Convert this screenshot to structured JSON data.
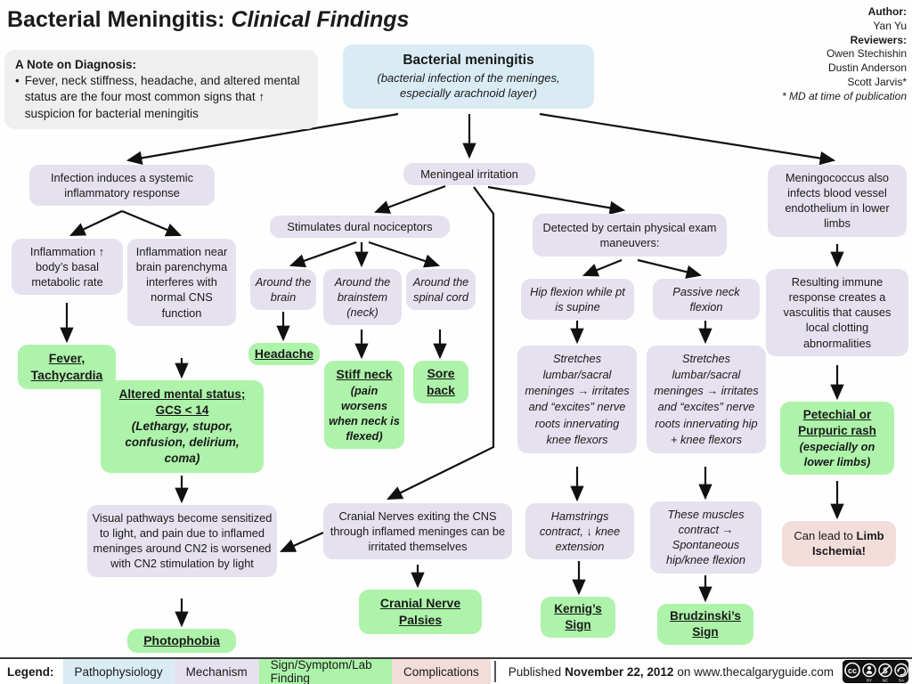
{
  "header": {
    "title_main": "Bacterial Meningitis:",
    "title_sub": "Clinical Findings"
  },
  "credits": {
    "author_label": "Author:",
    "author": "Yan Yu",
    "reviewers_label": "Reviewers:",
    "reviewers": [
      "Owen Stechishin",
      "Dustin Anderson",
      "Scott Jarvis*"
    ],
    "footnote": "* MD at time of publication"
  },
  "note": {
    "heading": "A Note on Diagnosis:",
    "bullet_marker": "•",
    "bullet": "Fever, neck stiffness, headache, and altered mental status are the four most common signs that ↑ suspicion for bacterial meningitis"
  },
  "nodes": {
    "root_title": "Bacterial meningitis",
    "root_sub": "(bacterial infection of the meninges, especially arachnoid layer)",
    "systemic": "Infection induces a systemic inflammatory response",
    "meningeal": "Meningeal irritation",
    "meningococcus": "Meningococcus also infects blood vessel endothelium in lower limbs",
    "metabolic": "Inflammation ↑ body’s basal metabolic rate",
    "parenchyma": "Inflammation near brain parenchyma interferes with normal CNS function",
    "fever": "Fever, Tachycardia",
    "ams_title": "Altered mental status; GCS < 14",
    "ams_sub": "(Lethargy, stupor, confusion, delirium, coma)",
    "visual": "Visual pathways become sensitized to light, and pain due to inflamed meninges around CN2 is worsened with CN2 stimulation by light",
    "photophobia": "Photophobia",
    "nociceptors": "Stimulates dural nociceptors",
    "around_brain": "Around the brain",
    "around_brainstem": "Around the brainstem (neck)",
    "around_spinal": "Around the spinal cord",
    "headache": "Headache",
    "stiff_neck_title": "Stiff neck",
    "stiff_neck_sub": "(pain worsens when neck is flexed)",
    "sore_back": "Sore back",
    "cranial": "Cranial Nerves exiting the CNS through inflamed meninges can be irritated themselves",
    "palsies": "Cranial Nerve Palsies",
    "detected": "Detected by certain physical exam maneuvers:",
    "hip_flexion": "Hip flexion while pt is supine",
    "neck_flexion": "Passive neck flexion",
    "stretch_knee": "Stretches lumbar/sacral meninges → irritates and “excites” nerve roots innervating knee flexors",
    "stretch_hip": "Stretches lumbar/sacral meninges → irritates and “excites” nerve roots innervating hip + knee flexors",
    "hamstrings": "Hamstrings contract, ↓ knee extension",
    "muscles": "These muscles contract → Spontaneous hip/knee flexion",
    "kernig": "Kernig’s Sign",
    "brudzinski": "Brudzinski’s Sign",
    "immune": "Resulting immune response creates a vasculitis that causes local clotting abnormalities",
    "rash_title": "Petechial or Purpuric rash",
    "rash_sub": "(especially on lower limbs)",
    "ischemia_prefix": "Can lead to",
    "ischemia_bold": "Limb Ischemia!"
  },
  "legend": {
    "label": "Legend:",
    "items": [
      {
        "label": "Pathophysiology",
        "color": "#d9ecf4"
      },
      {
        "label": "Mechanism",
        "color": "#e6e1ee"
      },
      {
        "label": "Sign/Symptom/Lab Finding",
        "color": "#adf3aa"
      },
      {
        "label": "Complications",
        "color": "#f2dddb"
      }
    ]
  },
  "footer": {
    "published_prefix": "Published",
    "published_date": "November 22, 2012",
    "published_suffix": "on www.thecalgaryguide.com",
    "license": "CC BY NC SA"
  },
  "colors": {
    "pathophysiology": "#d9ecf4",
    "mechanism": "#e6e1ee",
    "sign_symptom": "#adf3aa",
    "complications": "#f2dddb",
    "note_background": "#efefef",
    "arrow": "#111111"
  }
}
